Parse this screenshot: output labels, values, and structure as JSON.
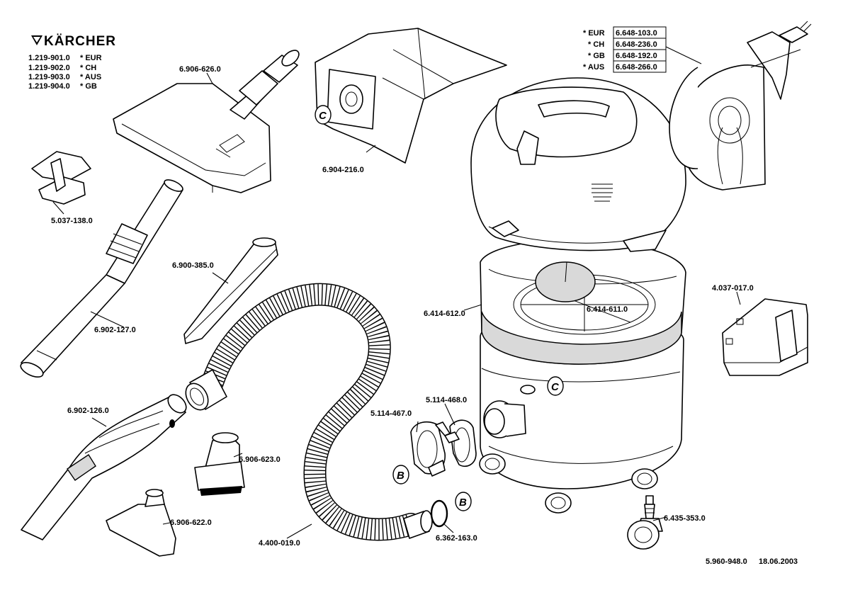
{
  "brand": "KÄRCHER",
  "models": [
    {
      "code": "1.219-901.0",
      "variant": "* EUR"
    },
    {
      "code": "1.219-902.0",
      "variant": "* CH"
    },
    {
      "code": "1.219-903.0",
      "variant": "* AUS"
    },
    {
      "code": "1.219-904.0",
      "variant": "* GB"
    }
  ],
  "cable_variants": [
    {
      "variant": "* EUR",
      "part": "6.648-103.0"
    },
    {
      "variant": "* CH",
      "part": "6.648-236.0"
    },
    {
      "variant": "* GB",
      "part": "6.648-192.0"
    },
    {
      "variant": "* AUS",
      "part": "6.648-266.0"
    }
  ],
  "parts": {
    "floor_nozzle": "6.906-626.0",
    "filter_bag": "6.904-216.0",
    "clip": "5.037-138.0",
    "extension_tube": "6.902-127.0",
    "crevice_nozzle": "6.900-385.0",
    "bowl_ring": "6.414-612.0",
    "filter_disc": "6.414-611.0",
    "bracket": "4.037-017.0",
    "hose_sleeve": "5.114-468.0",
    "hose_clamp": "5.114-467.0",
    "handle_bend": "6.902-126.0",
    "brush_nozzle": "6.906-623.0",
    "upholstery_nozzle": "6.906-622.0",
    "suction_hose": "4.400-019.0",
    "o_ring": "6.362-163.0",
    "castor": "6.435-353.0"
  },
  "markers": {
    "c": "C",
    "b": "B"
  },
  "footer": {
    "doc_number": "5.960-948.0",
    "date": "18.06.2003"
  }
}
